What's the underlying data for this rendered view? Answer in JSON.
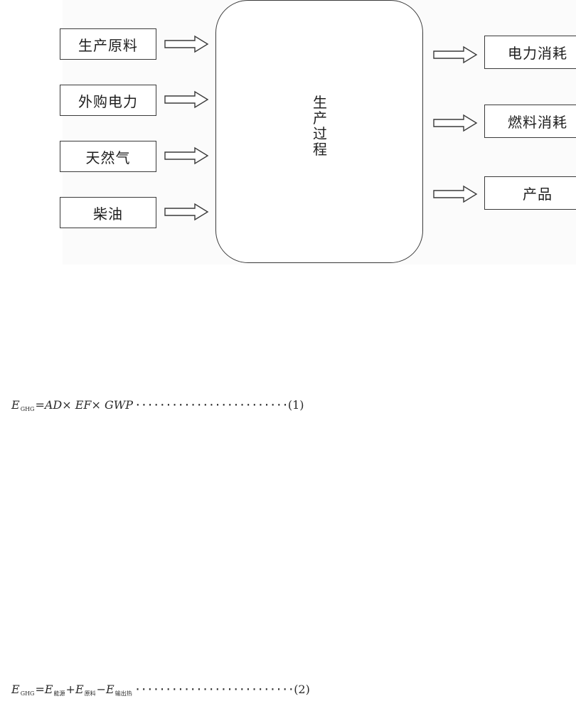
{
  "diagram": {
    "inputs": [
      "生产原料",
      "外购电力",
      "天然气",
      "柴油"
    ],
    "process_label": [
      "生",
      "产",
      "过",
      "程"
    ],
    "outputs": [
      "电力消耗",
      "燃料消耗",
      "产品"
    ]
  },
  "formula1": {
    "lhs": "E",
    "lhs_sub": "GHG",
    "rhs": "=AD× EF× GWP",
    "leader": "·························",
    "number": "(1)"
  },
  "formula2": {
    "lhs": "E",
    "lhs_sub": "GHG",
    "term1": "=E",
    "term1_sub": "能源",
    "term2": "+E",
    "term2_sub": "原料",
    "term3": "−E",
    "term3_sub": "输出热",
    "leader": "··························",
    "number": "(2)"
  }
}
